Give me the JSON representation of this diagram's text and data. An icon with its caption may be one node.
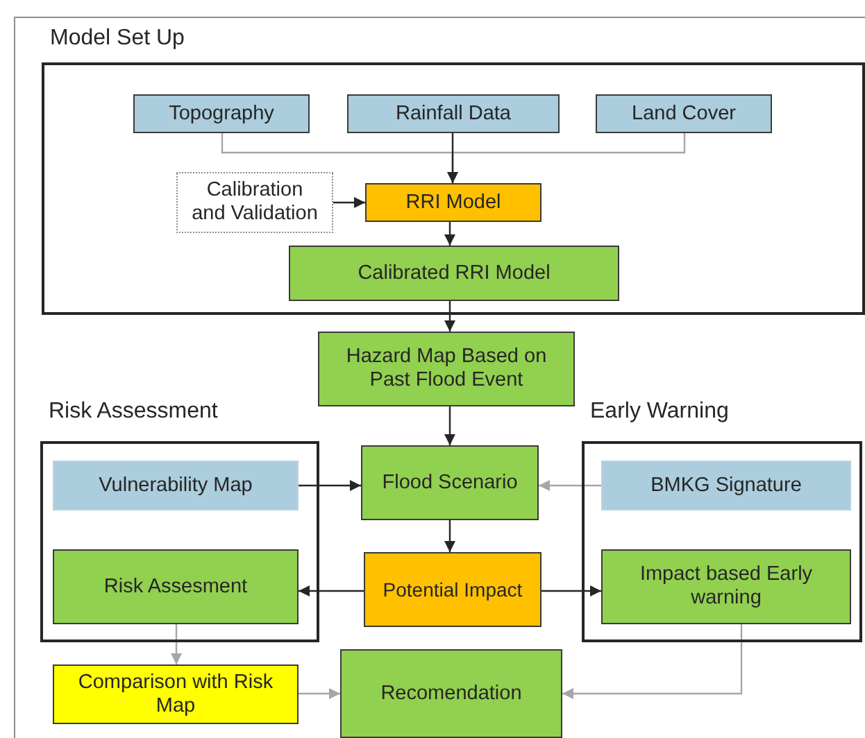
{
  "diagram": {
    "nodes": [
      {
        "text": [
          "Model Set Up"
        ]
      },
      {
        "text": [
          "Topography"
        ],
        "in": 0
      },
      {
        "text": [
          "Rainfall Data"
        ],
        "in": 0
      },
      {
        "text": [
          "Land Cover"
        ],
        "in": 0
      },
      {
        "text": [
          "Calibration and Validation"
        ],
        "in": 0
      },
      {
        "text": [
          "RRI Model"
        ],
        "in": 0
      },
      {
        "text": [
          "Calibrated RRI Model"
        ],
        "in": 0
      },
      {
        "text": [
          "Hazard Map Based on Past Flood Event"
        ]
      },
      {
        "text": [
          "Risk Assessment"
        ]
      },
      {
        "text": [
          "Vulnerability Map"
        ],
        "in": 8
      },
      {
        "text": [
          "Flood Scenario"
        ]
      },
      {
        "text": [
          "Early Warning"
        ]
      },
      {
        "text": [
          "BMKG Signature"
        ],
        "in": 11
      },
      {
        "text": [
          "Risk Assesment"
        ],
        "in": 8
      },
      {
        "text": [
          "Potential Impact"
        ]
      },
      {
        "text": [
          "Impact based Early warning"
        ],
        "in": 11
      },
      {
        "text": [
          "Comparison with Risk Map"
        ]
      },
      {
        "text": [
          "Recomendation"
        ]
      }
    ],
    "edges": [
      {
        "from": 1,
        "to": 5,
        "arrow": "to",
        "color": "#a6a6a6"
      },
      {
        "from": 2,
        "to": 5,
        "arrow": "to"
      },
      {
        "from": 3,
        "to": 5,
        "arrow": "to",
        "color": "#a6a6a6"
      },
      {
        "from": 4,
        "to": 5,
        "arrow": "to"
      },
      {
        "from": 5,
        "to": 6,
        "arrow": "to"
      },
      {
        "from": 6,
        "to": 7,
        "arrow": "to"
      },
      {
        "from": 7,
        "to": 10,
        "arrow": "to"
      },
      {
        "from": 9,
        "to": 10,
        "arrow": "to"
      },
      {
        "from": 12,
        "to": 10,
        "arrow": "to",
        "color": "#a6a6a6"
      },
      {
        "from": 10,
        "to": 14,
        "arrow": "to"
      },
      {
        "from": 14,
        "to": 13,
        "arrow": "to"
      },
      {
        "from": 14,
        "to": 15,
        "arrow": "to"
      },
      {
        "from": 13,
        "to": 16,
        "arrow": "to",
        "color": "#a6a6a6"
      },
      {
        "from": 16,
        "to": 17,
        "arrow": "to",
        "color": "#a6a6a6"
      },
      {
        "from": 15,
        "to": 17,
        "arrow": "to",
        "color": "#a6a6a6"
      }
    ]
  }
}
